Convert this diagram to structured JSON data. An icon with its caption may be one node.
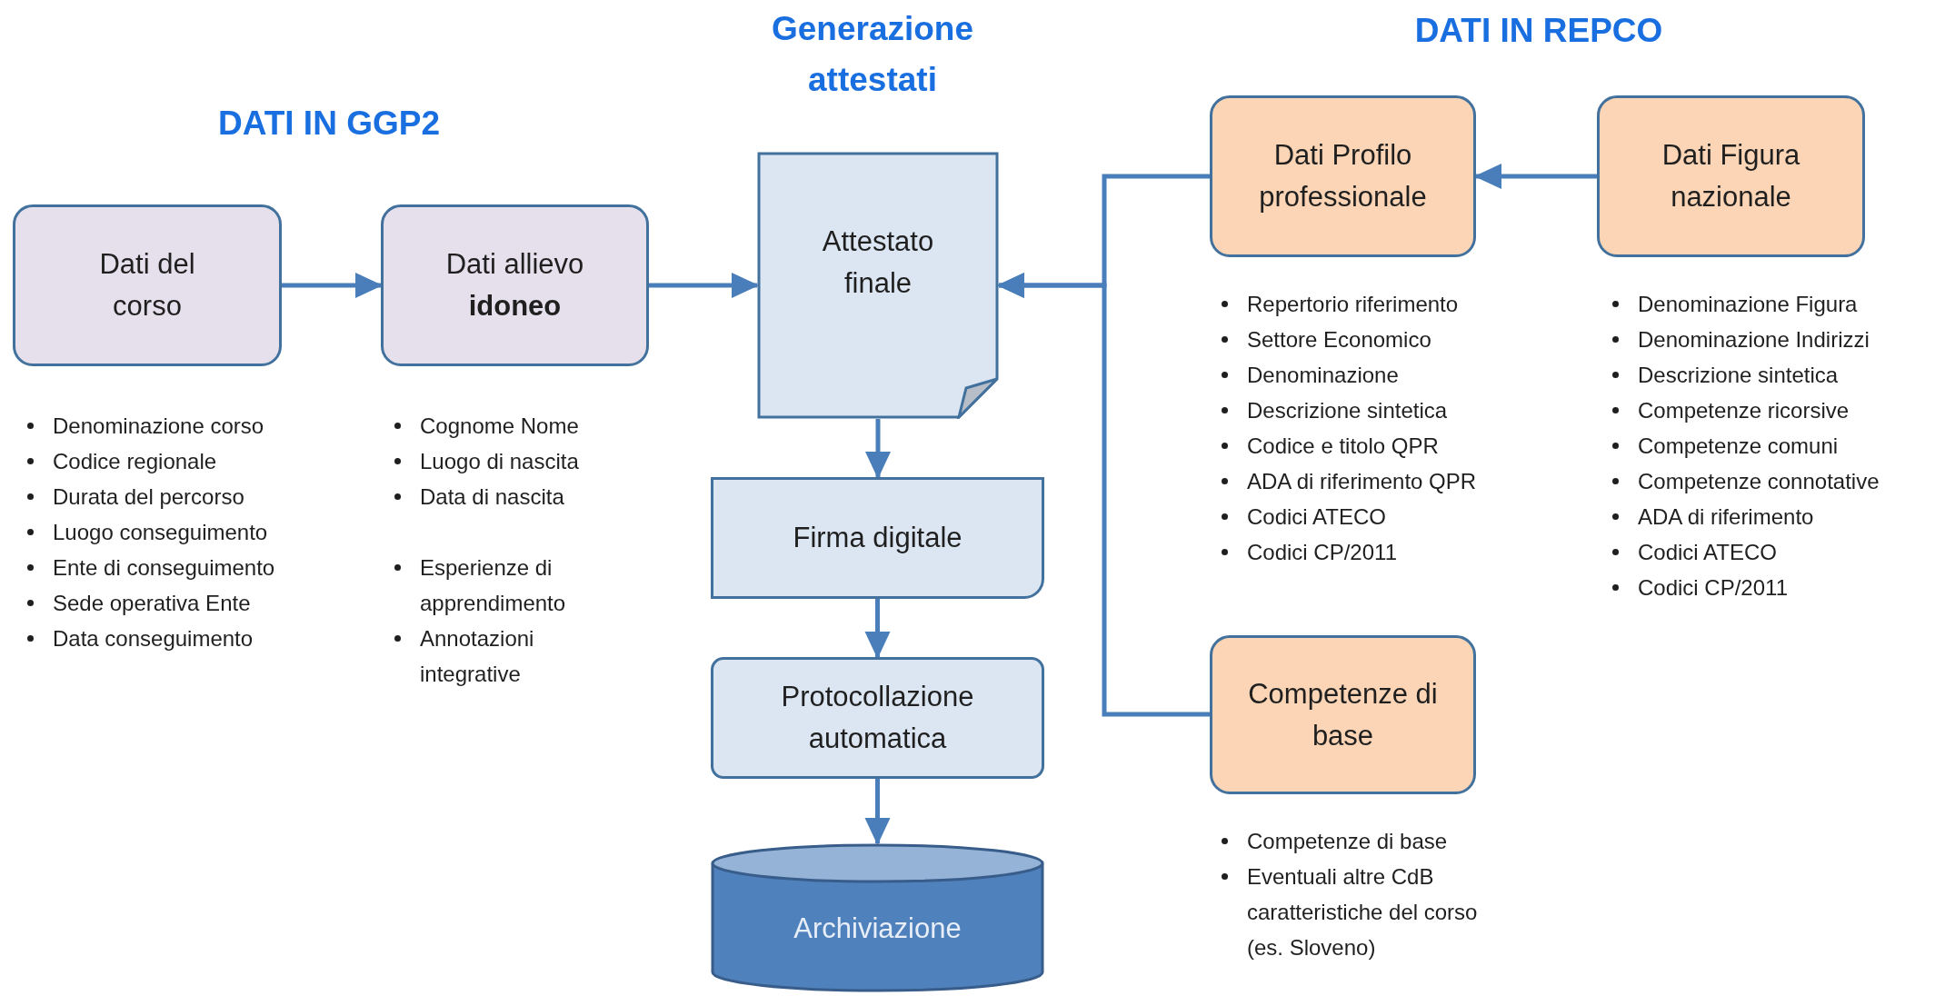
{
  "diagram": {
    "nodes": [
      {
        "text": [
          "Dati del corso"
        ],
        "beside": [
          "Denominazione corso",
          "Codice regionale",
          "Durata del percorso",
          "Luogo conseguimento",
          "Ente di conseguimento",
          "Sede operativa Ente",
          "Data conseguimento"
        ]
      },
      {
        "text": [
          "Dati allievo **idoneo**"
        ],
        "beside": [
          "Cognome Nome",
          "Luogo di nascita",
          "Data di nascita",
          "Esperienze di apprendimento",
          "Annotazioni integrative"
        ]
      },
      {
        "text": [
          "Attestato finale"
        ]
      },
      {
        "text": [
          "Firma digitale"
        ]
      },
      {
        "text": [
          "Protocollazione automatica"
        ]
      },
      {
        "text": [
          "Archiviazione"
        ]
      },
      {
        "text": [
          "Dati Profilo professionale"
        ],
        "beside": [
          "Repertorio riferimento",
          "Settore Economico",
          "Denominazione",
          "Descrizione sintetica",
          "Codice e titolo QPR",
          "ADA di riferimento QPR",
          "Codici ATECO",
          "Codici CP/2011"
        ]
      },
      {
        "text": [
          "Dati Figura nazionale"
        ],
        "beside": [
          "Denominazione Figura",
          "Denominazione Indirizzi",
          "Descrizione sintetica",
          "Competenze ricorsive",
          "Competenze comuni",
          "Competenze connotative",
          "ADA di riferimento",
          "Codici ATECO",
          "Codici CP/2011"
        ]
      },
      {
        "text": [
          "Competenze di base"
        ],
        "beside": [
          "Competenze di base",
          "Eventuali altre CdB caratteristiche del corso (es. Sloveno)"
        ]
      }
    ],
    "edges": [
      {
        "from": 0,
        "to": 1,
        "arrow": "to"
      },
      {
        "from": 1,
        "to": 2,
        "arrow": "to"
      },
      {
        "from": 2,
        "to": 3,
        "arrow": "to"
      },
      {
        "from": 3,
        "to": 4,
        "arrow": "to"
      },
      {
        "from": 4,
        "to": 5,
        "arrow": "to"
      },
      {
        "from": 7,
        "to": 6,
        "arrow": "to"
      },
      {
        "from": 6,
        "to": 2,
        "arrow": "to"
      },
      {
        "from": 8,
        "to": 2,
        "arrow": "to"
      }
    ],
    "labels": [
      "DATI IN REPCO",
      "Generazione attestati",
      "DATI IN GGP2"
    ]
  }
}
